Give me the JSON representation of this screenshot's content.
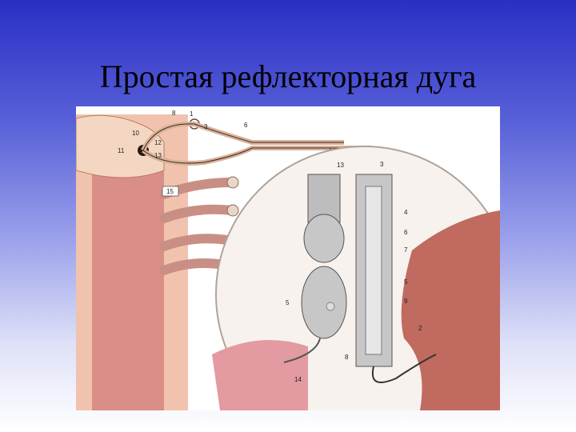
{
  "slide": {
    "title": "Простая рефлекторная дуга"
  },
  "diagram": {
    "labels": [
      "8",
      "1",
      "3",
      "6",
      "10",
      "12",
      "11",
      "13",
      "15",
      "13",
      "3",
      "4",
      "6",
      "7",
      "5",
      "9",
      "5",
      "2",
      "8",
      "14"
    ],
    "colors": {
      "skin": "#f3d2bc",
      "cord": "#d9a08a",
      "nerve_fiber": "#e8c4a8",
      "neuron": "#c7c7c7",
      "tissue": "#c06a60",
      "vessel": "#e39aa0"
    }
  }
}
